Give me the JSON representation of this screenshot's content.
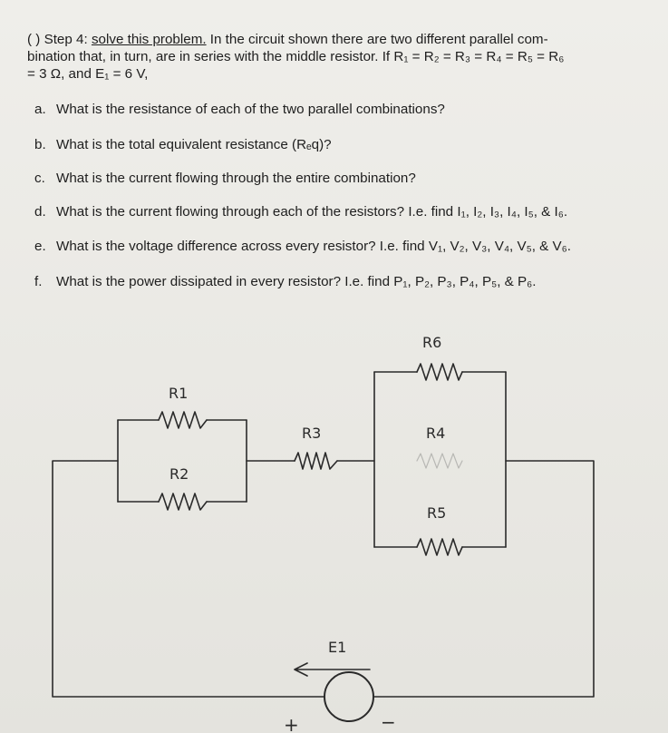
{
  "problem": {
    "checkbox": "( )",
    "step_label": "Step 4:",
    "step_link": "solve this problem.",
    "line1_rest": " In the circuit shown there are two different parallel com-",
    "line2": "bination that, in turn, are in series with the middle resistor. If R₁ = R₂ = R₃ = R₄ = R₅ = R₆",
    "line3": "= 3 Ω, and E₁ = 6 V,"
  },
  "questions": [
    {
      "letter": "a.",
      "text": "What is the resistance of each of the two parallel combinations?"
    },
    {
      "letter": "b.",
      "text": "What is the total equivalent resistance (Rₑq)?"
    },
    {
      "letter": "c.",
      "text": "What is the current flowing through the entire combination?"
    },
    {
      "letter": "d.",
      "text": "What is the current flowing through each of the resistors? I.e. find I₁, I₂, I₃, I₄, I₅, & I₆."
    },
    {
      "letter": "e.",
      "text": "What is the voltage difference across every resistor? I.e. find V₁, V₂, V₃, V₄, V₅, & V₆."
    },
    {
      "letter": "f.",
      "text": "What is the power dissipated in every resistor? I.e. find P₁, P₂, P₃, P₄, P₅, & P₆."
    }
  ],
  "circuit": {
    "labels": {
      "r1": "R1",
      "r2": "R2",
      "r3": "R3",
      "r4": "R4",
      "r5": "R5",
      "r6": "R6",
      "e1": "E1",
      "plus": "+",
      "minus": "−"
    }
  }
}
